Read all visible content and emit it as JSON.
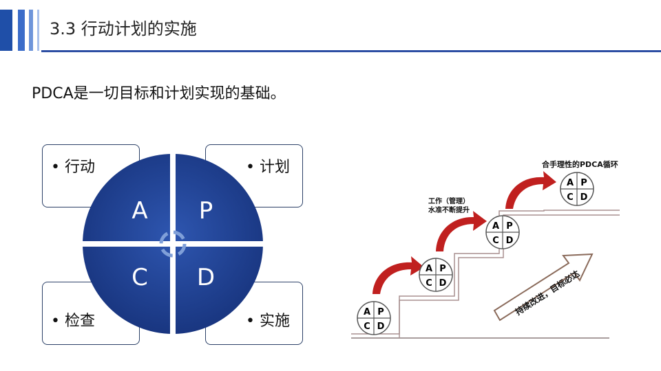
{
  "header": {
    "title": "3.3 行动计划的实施"
  },
  "subtitle": "PDCA是一切目标和计划实现的基础。",
  "pdca_wheel": {
    "quadrants": {
      "top_left": "A",
      "top_right": "P",
      "bottom_left": "C",
      "bottom_right": "D"
    },
    "boxes": {
      "top_left": "• 行动",
      "top_right": "• 计划",
      "bottom_left": "• 检查",
      "bottom_right": "• 实施"
    }
  },
  "staircase": {
    "top_label": "合手理性的PDCA循环",
    "mid_label_line1": "工作（管理）",
    "mid_label_line2": "水准不断提升",
    "arrow_label": "持续改进，目标必达",
    "cycle_letters": {
      "a": "A",
      "p": "P",
      "c": "C",
      "d": "D"
    }
  },
  "colors": {
    "accent": "#2d4ea3",
    "wheel": "#1d3f8f",
    "arrow_red": "#c0201f"
  }
}
